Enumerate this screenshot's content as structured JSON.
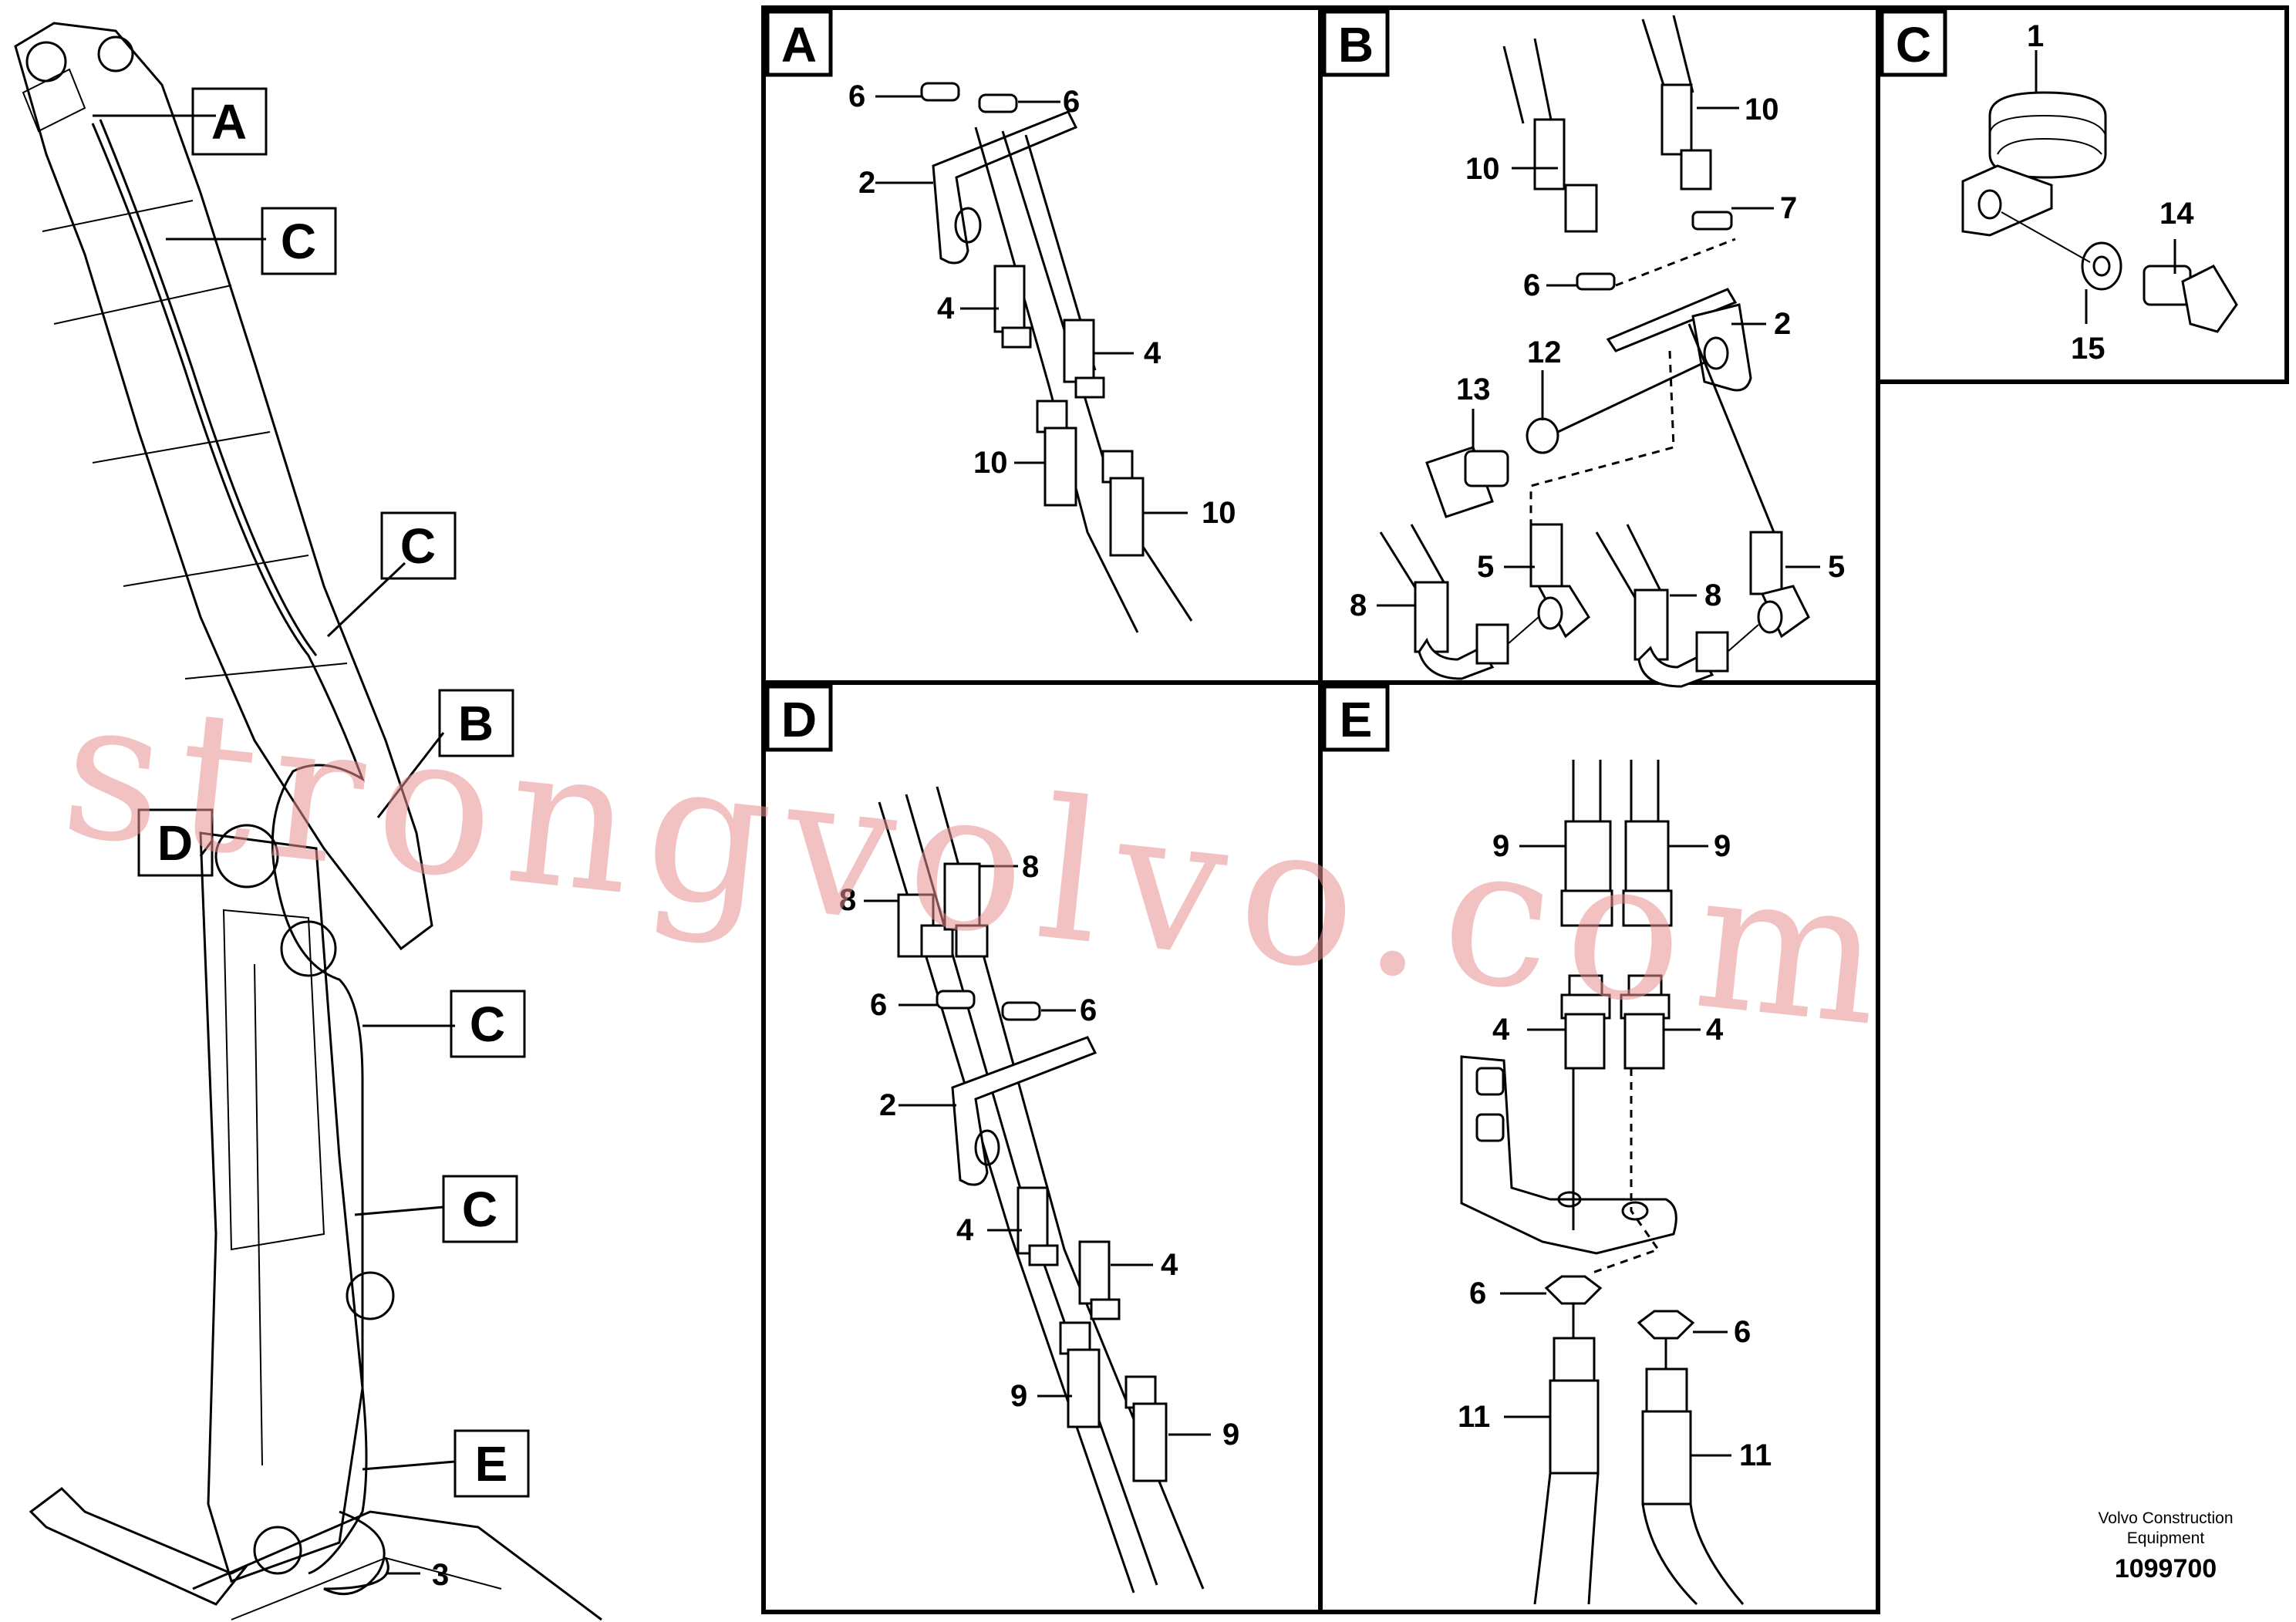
{
  "callouts": {
    "a": "A",
    "b": "B",
    "c": "C",
    "d": "D",
    "e": "E"
  },
  "panel_titles": {
    "a": "A",
    "b": "B",
    "c": "C",
    "d": "D",
    "e": "E"
  },
  "part_numbers": {
    "p1": "1",
    "p2": "2",
    "p3": "3",
    "p4": "4",
    "p5": "5",
    "p6": "6",
    "p7": "7",
    "p8": "8",
    "p9": "9",
    "p10": "10",
    "p11": "11",
    "p12": "12",
    "p13": "13",
    "p14": "14",
    "p15": "15"
  },
  "watermark": "strongvolvo.com",
  "brand": {
    "line1": "Volvo Construction",
    "line2": "Equipment",
    "drawing_number": "1099700"
  }
}
